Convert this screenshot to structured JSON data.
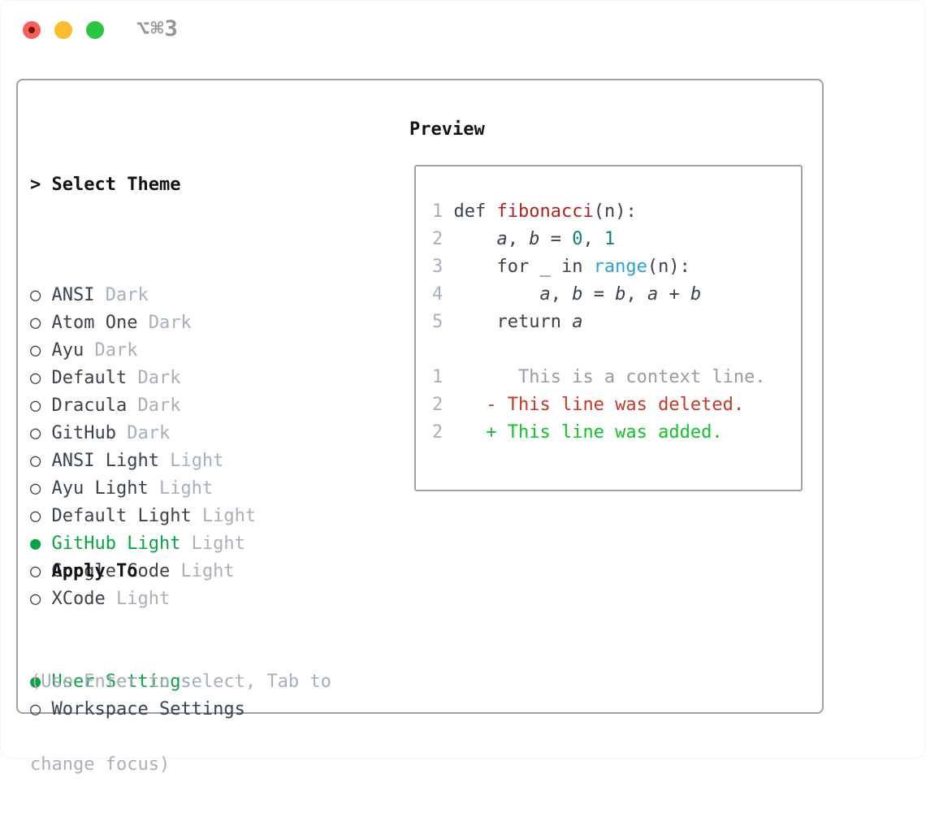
{
  "window": {
    "title": "⌥⌘3",
    "traffic_lights": [
      "close",
      "minimize",
      "zoom"
    ]
  },
  "glyphs": {
    "prompt": ">",
    "radio_unselected": "○",
    "radio_selected": "●"
  },
  "colors": {
    "panel_border": "#9aa3ad",
    "heading_text": "#101418",
    "item_text": "#3a424b",
    "muted_text": "#a7b0ba",
    "selection_green": "#0aa344",
    "traffic_red": "#f7605a",
    "traffic_yellow": "#fdbc2f",
    "traffic_green": "#2ac640",
    "syntax_function_red": "#b0221f",
    "syntax_number_teal": "#0f7f7a",
    "syntax_builtin_blue": "#2f9fd7",
    "diff_deleted_red": "#c6372c",
    "diff_added_green": "#10c327",
    "diff_context_gray": "#959da5"
  },
  "theme_picker": {
    "title": "Select Theme",
    "items": [
      {
        "name": "ANSI",
        "tag": "Dark",
        "selected": false
      },
      {
        "name": "Atom One",
        "tag": "Dark",
        "selected": false
      },
      {
        "name": "Ayu",
        "tag": "Dark",
        "selected": false
      },
      {
        "name": "Default",
        "tag": "Dark",
        "selected": false
      },
      {
        "name": "Dracula",
        "tag": "Dark",
        "selected": false
      },
      {
        "name": "GitHub",
        "tag": "Dark",
        "selected": false
      },
      {
        "name": "ANSI Light",
        "tag": "Light",
        "selected": false
      },
      {
        "name": "Ayu Light",
        "tag": "Light",
        "selected": false
      },
      {
        "name": "Default Light",
        "tag": "Light",
        "selected": false
      },
      {
        "name": "GitHub Light",
        "tag": "Light",
        "selected": true
      },
      {
        "name": "Google Code",
        "tag": "Light",
        "selected": false
      },
      {
        "name": "XCode",
        "tag": "Light",
        "selected": false
      }
    ],
    "apply_to": {
      "title": "Apply To",
      "options": [
        {
          "label": "User Settings",
          "selected": true
        },
        {
          "label": "Workspace Settings",
          "selected": false
        }
      ]
    },
    "hint_lines": [
      "(Use Enter to select, Tab to",
      "change focus)"
    ]
  },
  "preview": {
    "title": "Preview",
    "lines": [
      {
        "num": "1",
        "tokens": [
          [
            "def ",
            "kw"
          ],
          [
            "fibonacci",
            "fn"
          ],
          [
            "(n):",
            "pln"
          ]
        ]
      },
      {
        "num": "2",
        "tokens": [
          [
            "    ",
            "pln"
          ],
          [
            "a",
            "var"
          ],
          [
            ", ",
            "pln"
          ],
          [
            "b",
            "var"
          ],
          [
            " = ",
            "pln"
          ],
          [
            "0",
            "num"
          ],
          [
            ", ",
            "pln"
          ],
          [
            "1",
            "num"
          ]
        ]
      },
      {
        "num": "3",
        "tokens": [
          [
            "    for _ in ",
            "pln"
          ],
          [
            "range",
            "bi"
          ],
          [
            "(n):",
            "pln"
          ]
        ]
      },
      {
        "num": "4",
        "tokens": [
          [
            "        ",
            "pln"
          ],
          [
            "a",
            "var"
          ],
          [
            ", ",
            "pln"
          ],
          [
            "b",
            "var"
          ],
          [
            " = ",
            "pln"
          ],
          [
            "b",
            "var"
          ],
          [
            ", ",
            "pln"
          ],
          [
            "a",
            "var"
          ],
          [
            " + ",
            "pln"
          ],
          [
            "b",
            "var"
          ]
        ]
      },
      {
        "num": "5",
        "tokens": [
          [
            "    return ",
            "pln"
          ],
          [
            "a",
            "var"
          ]
        ]
      },
      {
        "num": "",
        "tokens": []
      },
      {
        "num": "1",
        "tokens": [
          [
            "      This is a context line.",
            "ctx"
          ]
        ]
      },
      {
        "num": "2",
        "tokens": [
          [
            "   - This line was deleted.",
            "del"
          ]
        ]
      },
      {
        "num": "2",
        "tokens": [
          [
            "   + This line was added.",
            "add"
          ]
        ]
      }
    ]
  }
}
